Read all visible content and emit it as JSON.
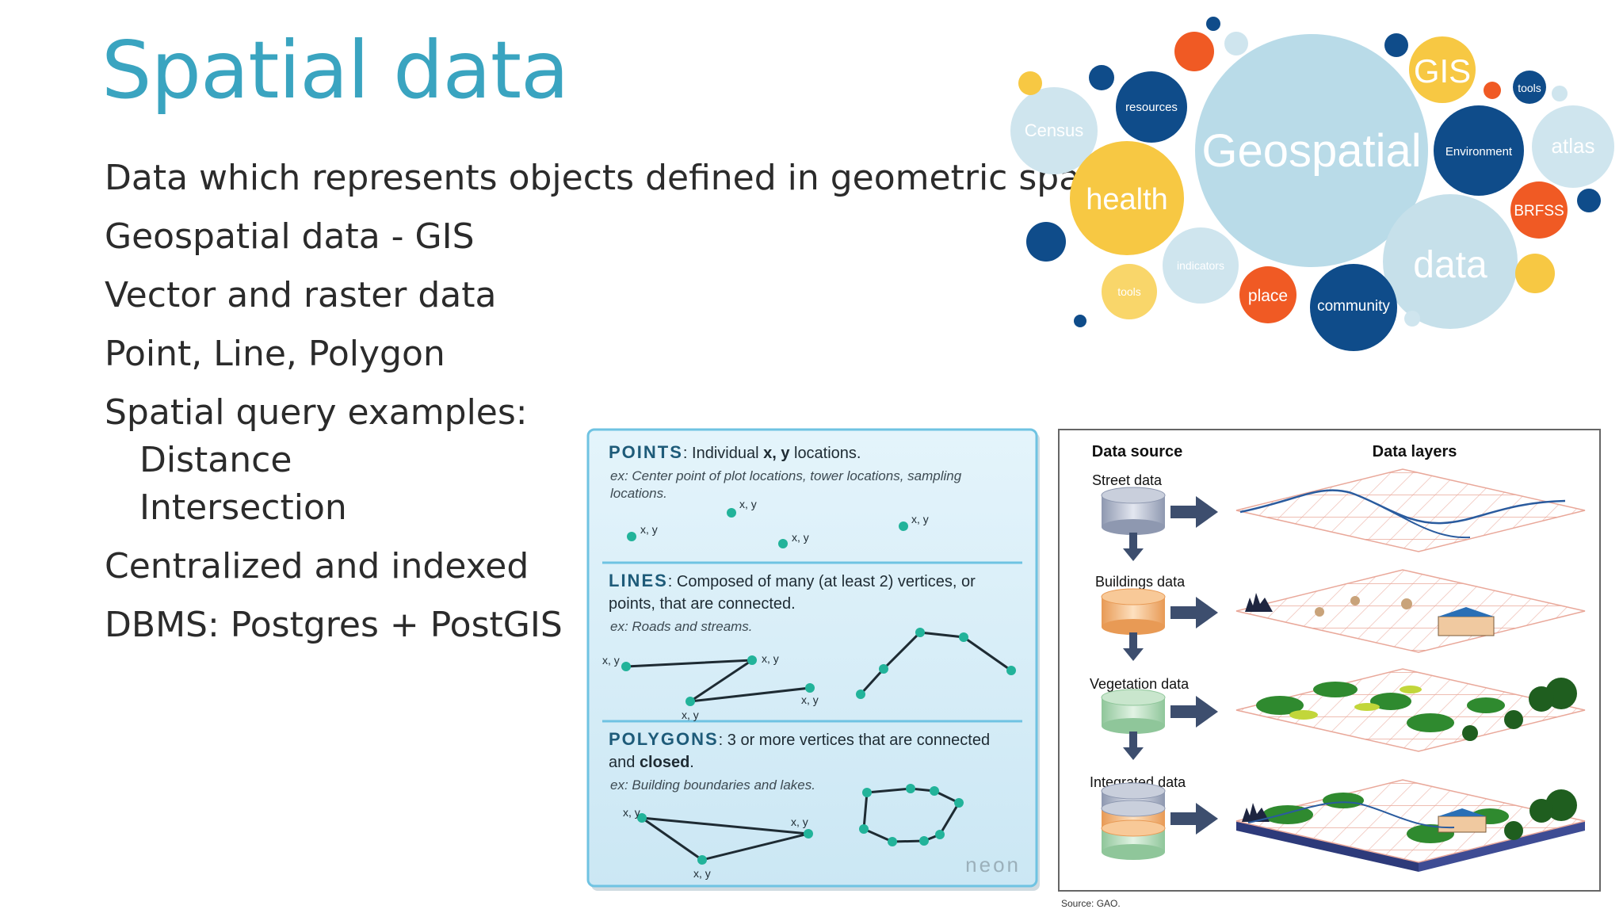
{
  "slide": {
    "title": "Spatial data",
    "bullets": [
      "Data which represents objects defined in geometric space",
      "Geospatial data - GIS",
      "Vector and raster data",
      "Point, Line, Polygon",
      "Spatial query examples:",
      "Distance",
      "Intersection",
      "Centralized and indexed",
      "DBMS: Postgres + PostGIS"
    ]
  },
  "word_cloud": {
    "words": [
      "Geospatial",
      "GIS",
      "resources",
      "Census",
      "health",
      "tools",
      "Environment",
      "atlas",
      "BRFSS",
      "data",
      "indicators",
      "tools",
      "place",
      "community"
    ],
    "colors": {
      "light_blue": "#b9dbe8",
      "navy": "#0f4c8a",
      "yellow": "#f7c843",
      "orange": "#f05a24"
    }
  },
  "vector_panel": {
    "points_heading": "POINTS",
    "points_desc_pre": ": Individual ",
    "points_desc_bold": "x, y",
    "points_desc_post": " locations.",
    "points_example_1": "ex: Center point of plot locations, tower locations, sampling",
    "points_example_2": "locations.",
    "lines_heading": "LINES",
    "lines_desc_1": ": Composed of many (at least 2) vertices, or",
    "lines_desc_2": "points, that are connected.",
    "lines_example": "ex: Roads and streams.",
    "polygons_heading": "POLYGONS",
    "polygons_desc_1": ": 3 or more vertices that are connected",
    "polygons_desc_2_pre": "and ",
    "polygons_desc_2_bold": "closed",
    "polygons_desc_2_post": ".",
    "polygons_example": "ex: Building boundaries and lakes.",
    "coord_label": "x, y",
    "logo": "neon",
    "colors": {
      "panel_bg": "#d7eef8",
      "border": "#6fc3e2",
      "heading": "#1e5b79",
      "dot": "#22b39a"
    }
  },
  "layers_panel": {
    "col_source": "Data source",
    "col_layers": "Data layers",
    "rows": [
      "Street data",
      "Buildings data",
      "Vegetation data",
      "Integrated data"
    ],
    "source_note": "Source: GAO."
  }
}
